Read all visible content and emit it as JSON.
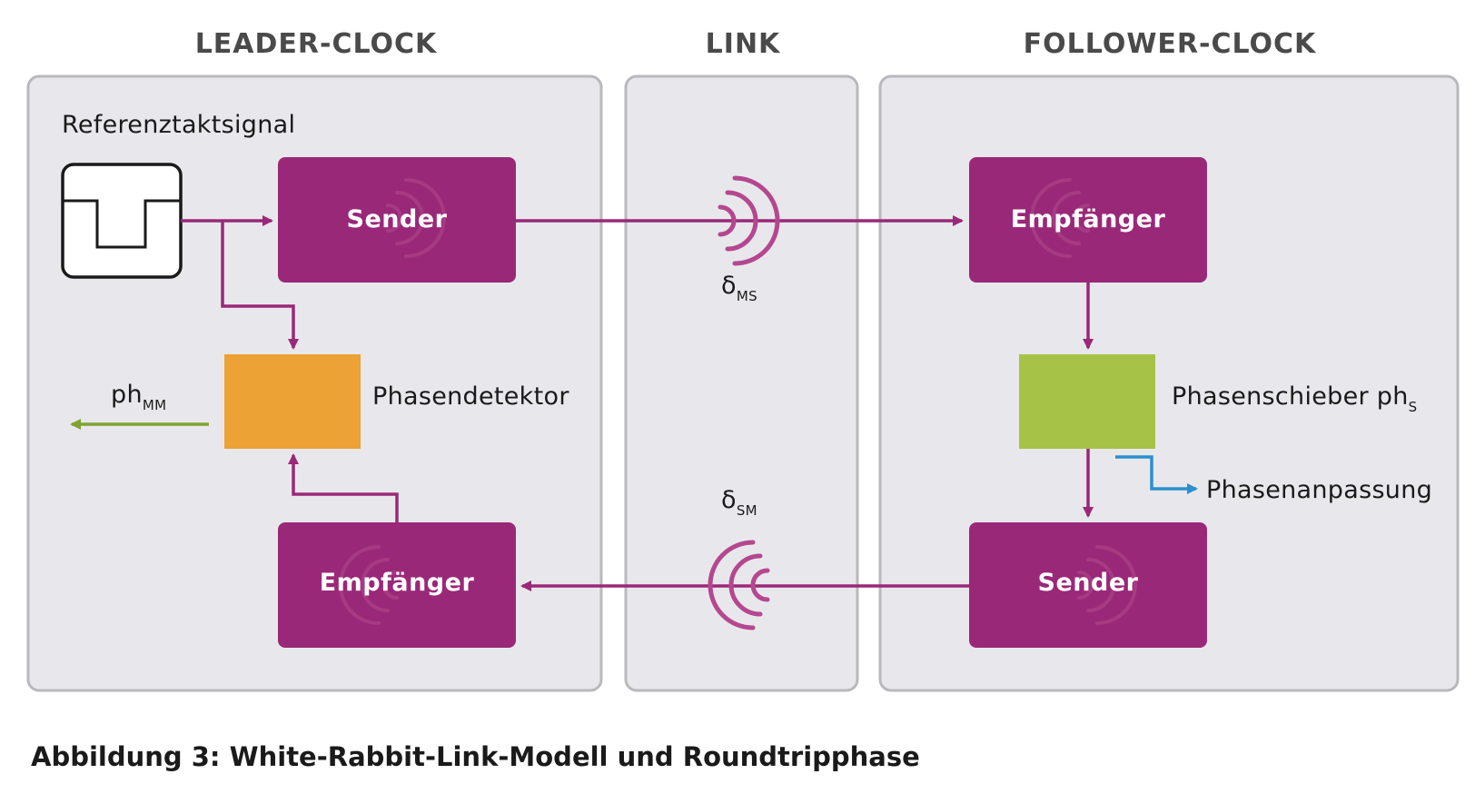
{
  "columns": {
    "leader": "LEADER-CLOCK",
    "link": "LINK",
    "follower": "FOLLOWER-CLOCK"
  },
  "leader": {
    "reference_label": "Referenztaktsignal",
    "sender_label": "Sender",
    "receiver_label": "Empfänger",
    "phase_detector_label": "Phasendetektor",
    "phase_output": {
      "base": "ph",
      "subscript": "MM"
    }
  },
  "link": {
    "delay_ms": {
      "base": "δ",
      "subscript": "MS"
    },
    "delay_sm": {
      "base": "δ",
      "subscript": "SM"
    }
  },
  "follower": {
    "receiver_label": "Empfänger",
    "sender_label": "Sender",
    "phase_shifter": {
      "base": "Phasenschieber ph",
      "subscript": "S"
    },
    "phase_adjust_label": "Phasenanpassung"
  },
  "caption": "Abbildung 3: White-Rabbit-Link-Modell und Roundtripphase",
  "colors": {
    "purple": "#9a2878",
    "orange": "#eca234",
    "green": "#a6c247",
    "blue": "#2b8fd0",
    "panel": "#e8e8ec"
  }
}
